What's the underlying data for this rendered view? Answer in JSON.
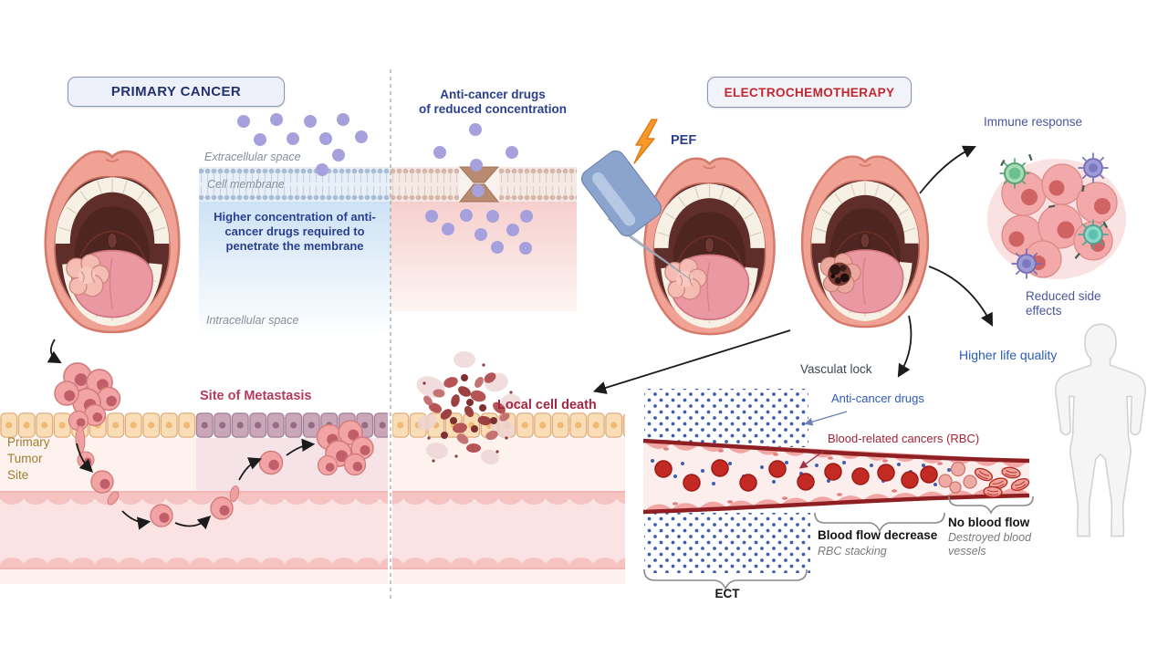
{
  "left_panel": {
    "title": "PRIMARY CANCER",
    "extracellular_label": "Extracellular space",
    "cell_membrane_label": "Cell membrane",
    "intracellular_label": "Intracellular space",
    "membrane_note": "Higher concentration of anti-cancer drugs required to penetrate the membrane",
    "primary_tumor_site": "Primary Tumor Site",
    "site_of_metastasis": "Site of Metastasis"
  },
  "middle_panel": {
    "title": "Anti-cancer drugs\nof reduced concentration",
    "local_cell_death": "Local cell death"
  },
  "right_panel": {
    "title": "ELECTROCHEMOTHERAPY",
    "pef": "PEF",
    "immune_response": "Immune response",
    "reduced_side_effects": "Reduced side effects",
    "higher_life_quality": "Higher life quality",
    "vascular_lock": "Vasculat lock",
    "vessel": {
      "anti_cancer_drugs": "Anti-cancer drugs",
      "blood_related_cancers": "Blood-related cancers (RBC)",
      "ect": "ECT",
      "blood_flow_decrease": "Blood flow decrease",
      "rbc_stacking": "RBC stacking",
      "no_blood_flow": "No blood flow",
      "destroyed_blood_vessels": "Destroyed blood vessels"
    }
  },
  "colors": {
    "navy_text": "#2a3f8f",
    "red_title": "#c1272d",
    "gray_italic": "#868e9c",
    "purple_drug": "#a6a1dd",
    "blue_dot": "#3f5fae",
    "blue_text": "#2b5cb8",
    "dark_red_text": "#a42439",
    "rose_text": "#b23a5c",
    "olive_text": "#9d7d33",
    "slate_text": "#4a569c",
    "vessel_wall": "#8e2023"
  }
}
